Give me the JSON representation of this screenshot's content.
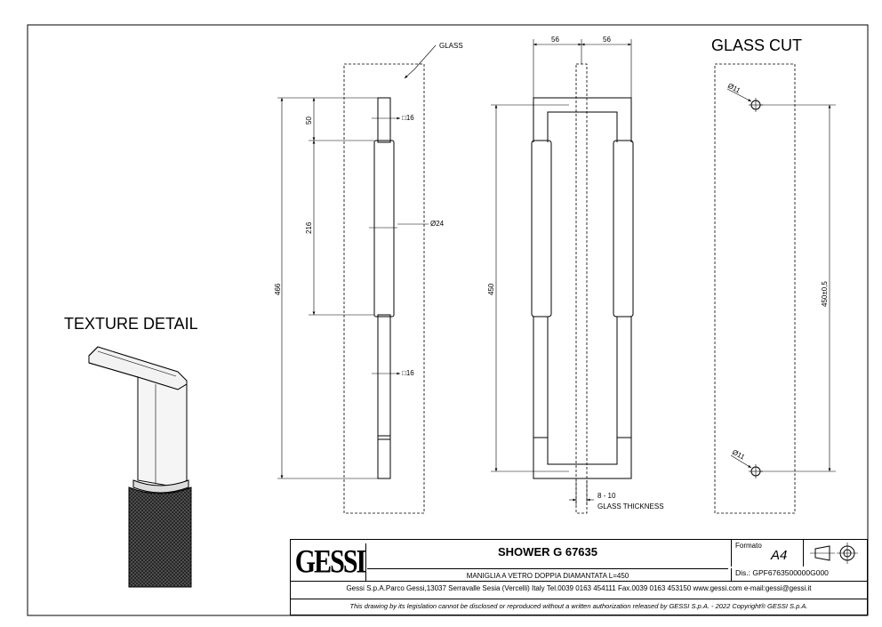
{
  "labels": {
    "texture_detail": "TEXTURE DETAIL",
    "glass_cut": "GLASS CUT",
    "glass": "GLASS",
    "glass_thickness": "GLASS THICKNESS"
  },
  "dimensions": {
    "d50": "50",
    "d216": "216",
    "d466": "466",
    "sq16_top": "□16",
    "sq16_bottom": "□16",
    "dia24": "Ø24",
    "d56_left": "56",
    "d56_right": "56",
    "d450": "450",
    "thickness": "8 - 10",
    "dia11_top": "Ø11",
    "dia11_bottom": "Ø11",
    "d450_tol": "450±0,5"
  },
  "title_block": {
    "logo": "GESSI",
    "product": "SHOWER G 67635",
    "description": "MANIGLIA A VETRO DOPPIA DIAMANTATA L=450",
    "format_label": "Formato",
    "format_value": "A4",
    "drawing_number": "Dis.: GPF6763500000G000",
    "address": "Gessi S.p.A.Parco Gessi,13037 Serravalle Sesia (Vercelli) Italy Tel.0039 0163 454111 Fax.0039 0163 453150 www.gessi.com e-mail:gessi@gessi.it",
    "copyright": "This drawing by its legislation cannot be disclosed or reproduced without a written authorization released by GESSI S.p.A. - 2022 Copyright® GESSI S.p.A."
  }
}
